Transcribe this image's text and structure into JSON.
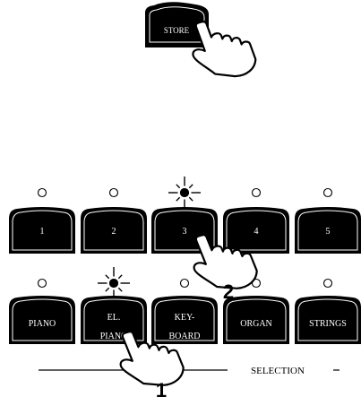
{
  "store_button": {
    "label": "STORE"
  },
  "number_buttons": [
    {
      "label": "1",
      "lit": false
    },
    {
      "label": "2",
      "lit": false
    },
    {
      "label": "3",
      "lit": true
    },
    {
      "label": "4",
      "lit": false
    },
    {
      "label": "5",
      "lit": false
    }
  ],
  "voice_buttons": [
    {
      "line1": "PIANO",
      "line2": "",
      "lit": false
    },
    {
      "line1": "EL.",
      "line2": "PIANO",
      "lit": true
    },
    {
      "line1": "KEY-",
      "line2": "BOARD",
      "lit": false
    },
    {
      "line1": "ORGAN",
      "line2": "",
      "lit": false
    },
    {
      "line1": "STRINGS",
      "line2": "",
      "lit": false
    }
  ],
  "selection_label": "SELECTION",
  "step_markers": {
    "first": "1",
    "second": "2"
  }
}
